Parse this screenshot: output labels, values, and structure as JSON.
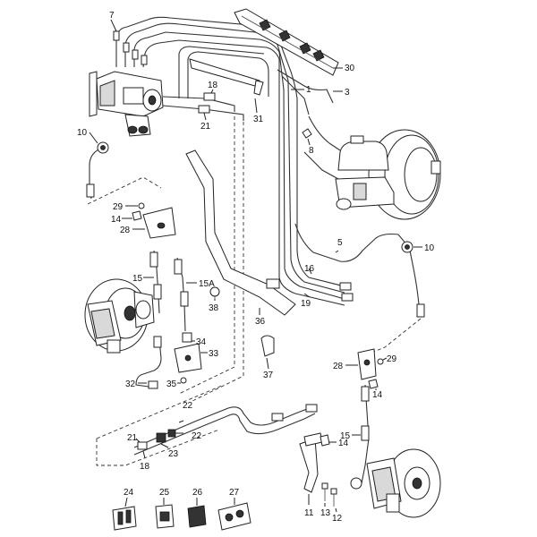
{
  "callouts": {
    "c7": "7",
    "c30": "30",
    "c1": "1",
    "c3": "3",
    "c18a": "18",
    "c21a": "21",
    "c31": "31",
    "c10a": "10",
    "c8": "8",
    "c29a": "29",
    "c14a": "14",
    "c28a": "28",
    "c5": "5",
    "c10b": "10",
    "c15a": "15",
    "c15A": "15A",
    "c16": "16",
    "c19": "19",
    "c38": "38",
    "c36": "36",
    "c34": "34",
    "c33": "33",
    "c35": "35",
    "c32": "32",
    "c37": "37",
    "c28b": "28",
    "c29b": "29",
    "c14b": "14",
    "c22a": "22",
    "c22b": "22",
    "c21b": "21",
    "c18b": "18",
    "c23": "23",
    "c15b": "15",
    "c14c": "14",
    "c24": "24",
    "c25": "25",
    "c26": "26",
    "c27": "27",
    "c11": "11",
    "c13": "13",
    "c12": "12"
  }
}
